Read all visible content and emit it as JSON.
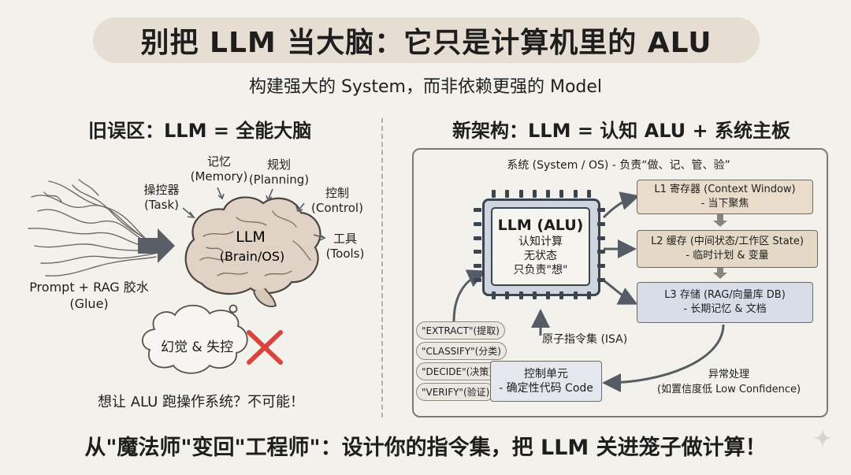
{
  "header": {
    "title": "别把 LLM 当大脑：它只是计算机里的 ALU",
    "subtitle": "构建强大的 System，而非依赖更强的 Model"
  },
  "left": {
    "section_title": "旧误区：LLM = 全能大脑",
    "brain_label_1": "LLM",
    "brain_label_2": "(Brain/OS)",
    "labels": {
      "task": [
        "操控器",
        "(Task)"
      ],
      "memory": [
        "记忆",
        "(Memory)"
      ],
      "planning": [
        "规划",
        "(Planning)"
      ],
      "control": [
        "控制",
        "(Control)"
      ],
      "tools": [
        "工具",
        "(Tools)"
      ]
    },
    "glue": [
      "Prompt + RAG 胶水",
      "(Glue)"
    ],
    "hallucination": "幻觉 & 失控",
    "bottom_note": "想让 ALU 跑操作系统？不可能！"
  },
  "right": {
    "section_title": "新架构：LLM = 认知 ALU + 系统主板",
    "board_title": "系统 (System / OS) - 负责“做、记、管、验”",
    "chip": {
      "title": "LLM (ALU)",
      "lines": [
        "认知计算",
        "无状态",
        "只负责\"想\""
      ]
    },
    "memory": [
      {
        "line1": "L1 寄存器 (Context Window)",
        "line2": "- 当下聚焦",
        "color": "#e9dccb"
      },
      {
        "line1": "L2 缓存 (中间状态/工作区 State)",
        "line2": "- 临时计划 & 变量",
        "color": "#e4d9c6"
      },
      {
        "line1": "L3 存储 (RAG/向量库 DB)",
        "line2": "- 长期记忆 & 文档",
        "color": "#d8dde8"
      }
    ],
    "instructions": [
      "\"EXTRACT\"(提取)",
      "\"CLASSIFY\"(分类)",
      "\"DECIDE\"(决策)",
      "\"VERIFY\"(验证)"
    ],
    "control_unit": [
      "控制单元",
      "- 确定性代码 Code"
    ],
    "isa_label": "原子指令集 (ISA)",
    "exception": [
      "异常处理",
      "(如置信度低 Low Confidence)"
    ]
  },
  "footer": {
    "text": "从\"魔法师\"变回\"工程师\"：设计你的指令集，把 LLM 关进笼子做计算！"
  },
  "colors": {
    "background": "#f3f1ec",
    "title_highlight": "#e6ddd3",
    "chip_fill": "#cfd5df",
    "x_mark": "#d9443c",
    "arrow": "#555c66"
  }
}
